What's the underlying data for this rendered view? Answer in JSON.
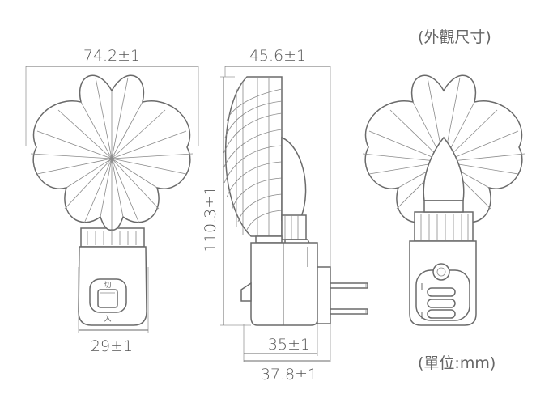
{
  "labels": {
    "title": "(外觀尺寸)",
    "unit": "(單位:mm)",
    "front_width": "74.2±1",
    "side_width": "45.6±1",
    "height": "110.3±1",
    "base_width": "29±1",
    "plug_depth": "35±1",
    "total_depth": "37.8±1",
    "switch_top": "切",
    "switch_bottom": "入"
  },
  "colors": {
    "line": "#6a6a6a",
    "text": "#555555"
  }
}
